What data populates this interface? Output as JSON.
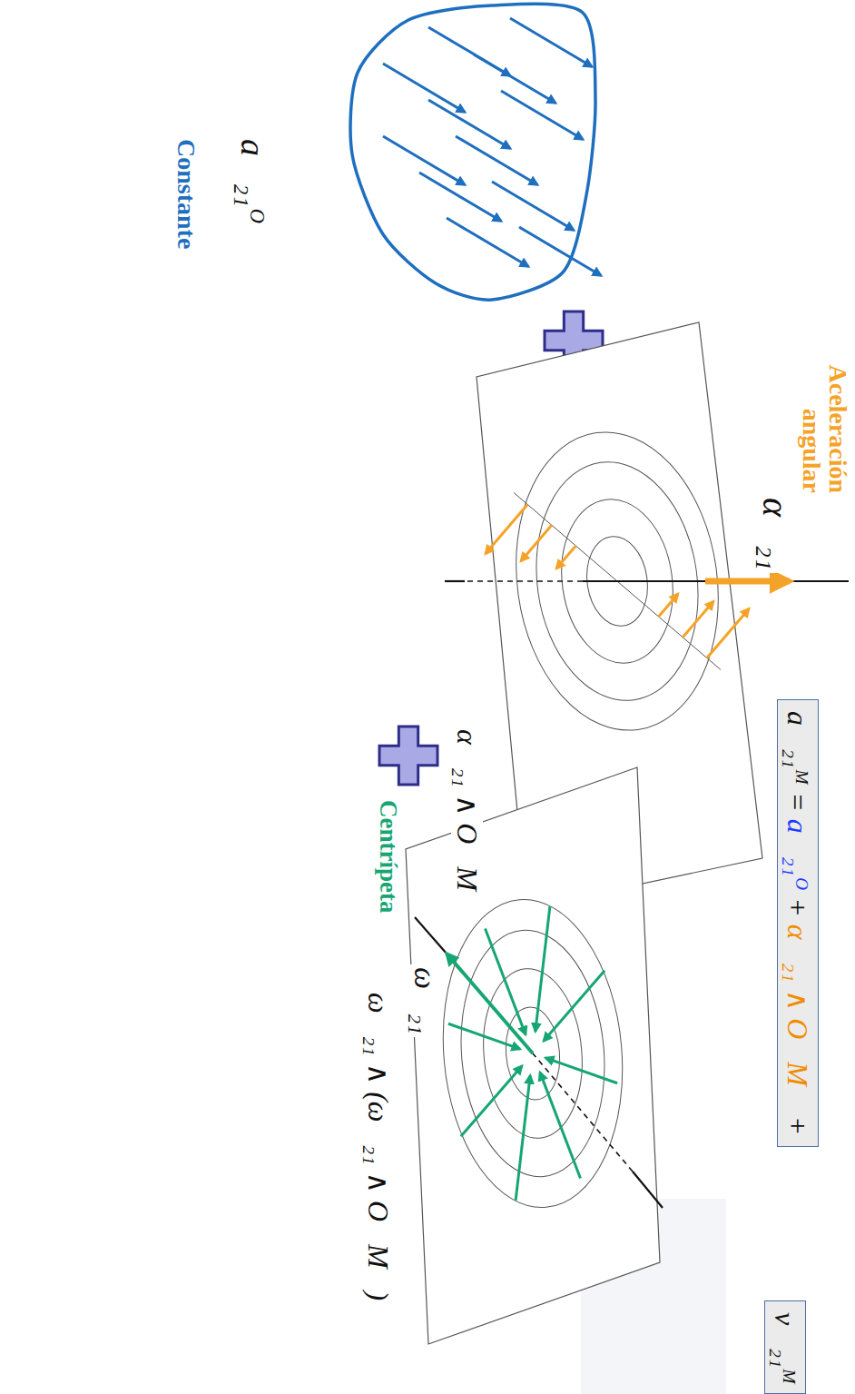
{
  "diagram": {
    "nodes": [
      {
        "text": [
          "a⃗₂₁ᴹ",
          "=",
          "a⃗₂₁ᴼ",
          "+",
          "α⃗₂₁ ∧ O⃗M⃗",
          "+"
        ]
      },
      {
        "text": [
          "v⃗₂₁ᴹ"
        ]
      }
    ],
    "labels": [
      "Aceleración angular",
      "α⃗₂₁",
      "α⃗₂₁ ∧ O⃗M⃗",
      "Centrípeta",
      "ω⃗₂₁",
      "ω⃗₂₁ ∧ (ω⃗₂₁ ∧ O⃗M⃗)",
      "a⃗₂₁ᴼ",
      "Constante"
    ]
  }
}
